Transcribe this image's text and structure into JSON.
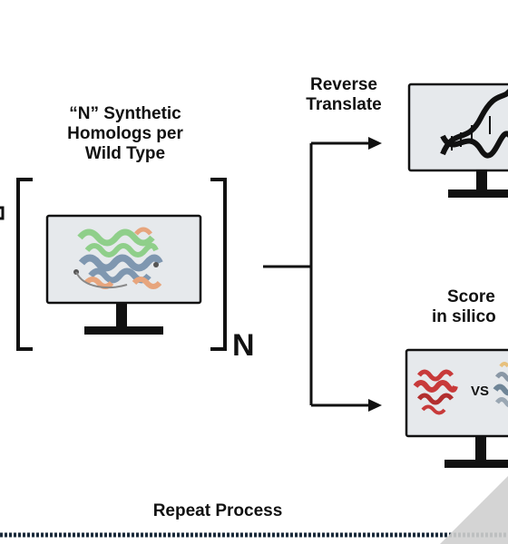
{
  "labels": {
    "homologs": [
      "“N” Synthetic",
      "Homologs per",
      "Wild Type"
    ],
    "reverse": [
      "Reverse",
      "Translate"
    ],
    "score": [
      "Score",
      "in silico"
    ],
    "n_letter": "N",
    "vs": "VS",
    "repeat": "Repeat Process"
  },
  "icons": {
    "protein": "protein-structure-icon",
    "dna": "dna-helix-icon",
    "red_protein": "red-protein-structure-icon",
    "grey_protein": "grey-protein-structure-icon"
  },
  "colors": {
    "ink": "#111111",
    "screen": "#e6e9ec",
    "helix_green": "#8fcf8a",
    "helix_grey": "#7f97b0",
    "helix_orange": "#e7a57d",
    "protein_red": "#c83a3a"
  }
}
